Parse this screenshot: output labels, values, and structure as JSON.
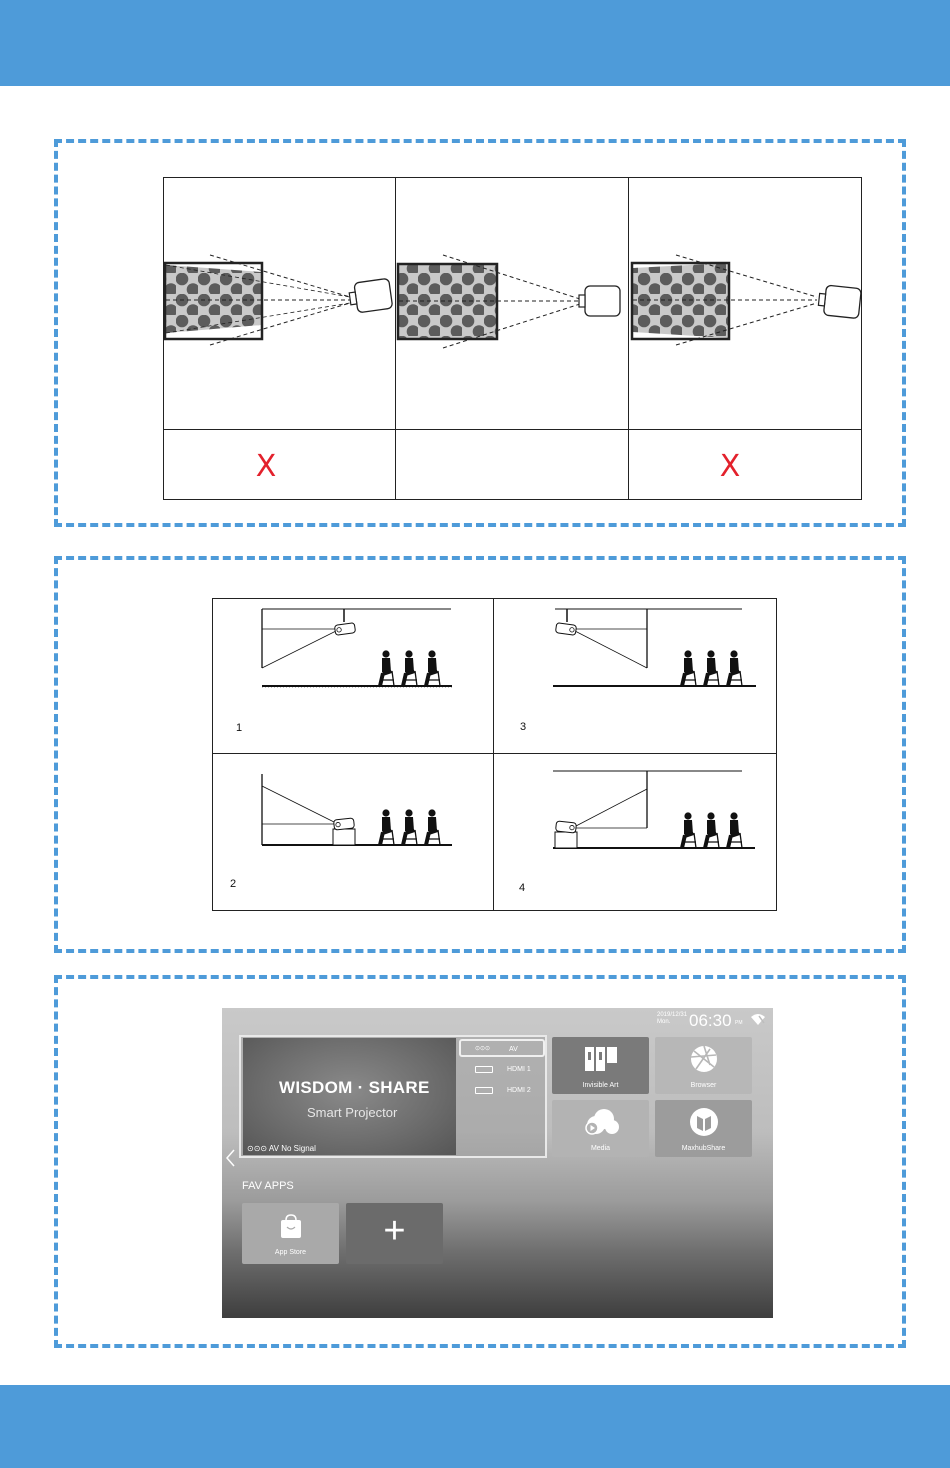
{
  "colors": {
    "accent_blue": "#4e9bd9",
    "wrong_mark": "#e3212c"
  },
  "keystone_section": {
    "panels": [
      {
        "id": "left-tilt",
        "mark": "X"
      },
      {
        "id": "straight",
        "mark": ""
      },
      {
        "id": "right-tilt",
        "mark": "X"
      }
    ]
  },
  "installation_section": {
    "panels": [
      {
        "number": "1",
        "mount": "ceiling-front"
      },
      {
        "number": "3",
        "mount": "ceiling-rear"
      },
      {
        "number": "2",
        "mount": "table-front"
      },
      {
        "number": "4",
        "mount": "table-rear"
      }
    ]
  },
  "tv_ui": {
    "date": "2019/12/31",
    "weekday": "Mon.",
    "time": "06:30",
    "ampm": "PM",
    "preview": {
      "brand": "WISDOM · SHARE",
      "subtitle": "Smart Projector",
      "status": "AV No Signal"
    },
    "sources": [
      {
        "label": "AV",
        "icon": "av-jack-icon",
        "selected": true
      },
      {
        "label": "HDMI 1",
        "icon": "hdmi-icon",
        "selected": false
      },
      {
        "label": "HDMI 2",
        "icon": "hdmi-icon",
        "selected": false
      }
    ],
    "apps": [
      {
        "label": "Invisible Art",
        "icon": "gallery-icon"
      },
      {
        "label": "Browser",
        "icon": "browser-icon"
      },
      {
        "label": "Media",
        "icon": "media-cloud-icon"
      },
      {
        "label": "MaxhubShare",
        "icon": "share-icon"
      }
    ],
    "fav_label": "FAV APPS",
    "fav_apps": [
      {
        "label": "App Store",
        "icon": "shopping-bag-icon"
      }
    ],
    "add_symbol": "+"
  }
}
